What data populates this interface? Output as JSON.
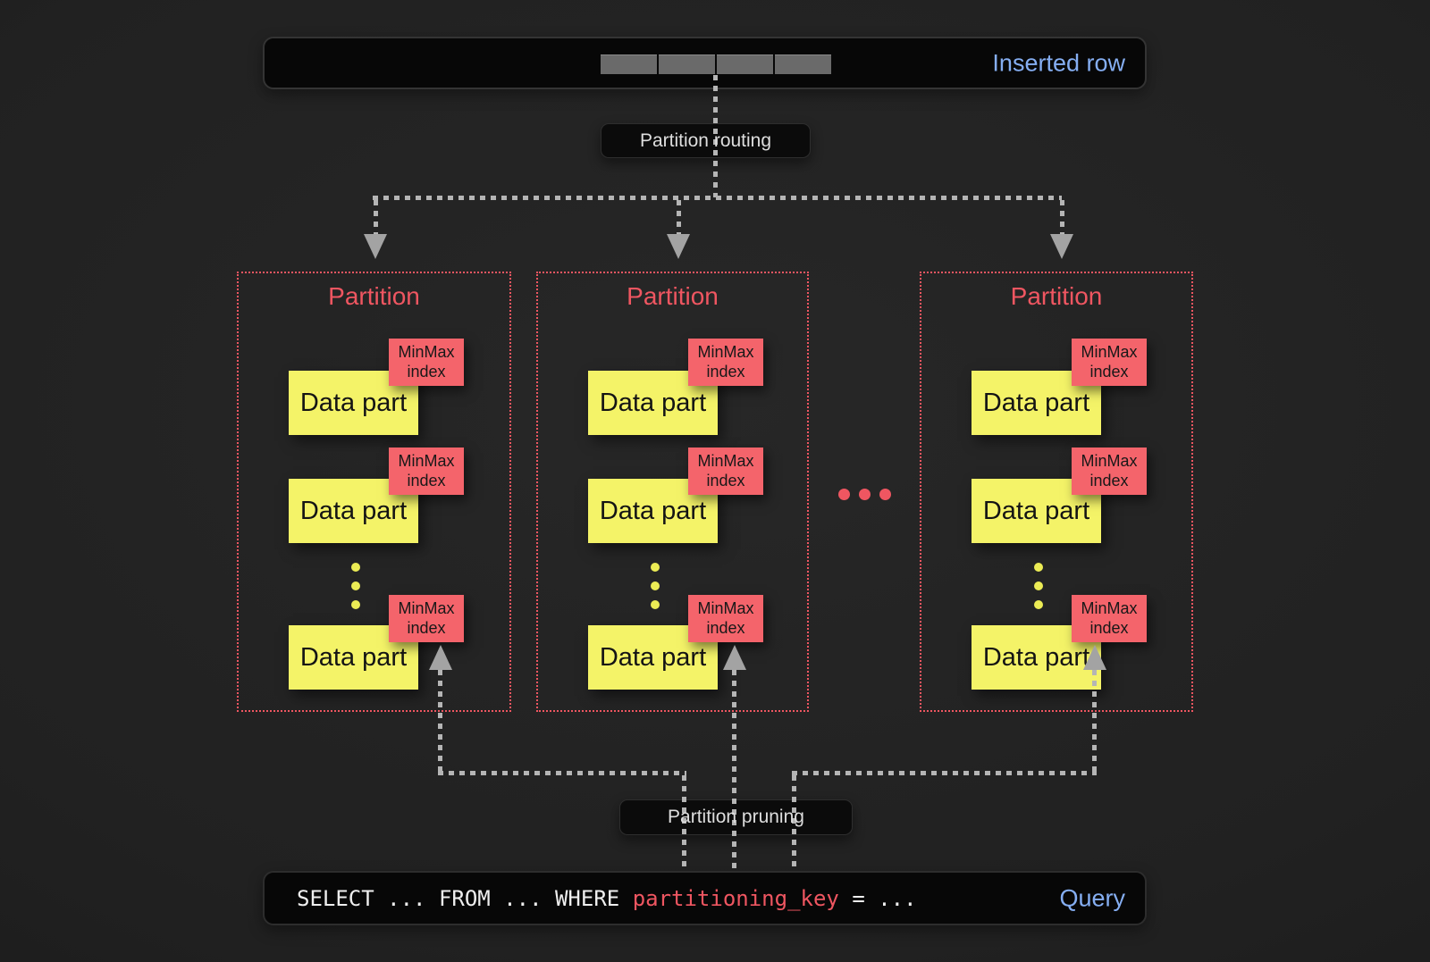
{
  "colors": {
    "background": "#212121",
    "panel": "#070707",
    "accent_blue": "#85aef2",
    "accent_red": "#ef5661",
    "yellow": "#f4f368",
    "minmax_red": "#f4646b",
    "arrow_gray": "#b5b5b5",
    "label_text": "#dedede"
  },
  "inserted_row": {
    "label": "Inserted row",
    "cell_count": 4
  },
  "partition_routing": {
    "label": "Partition routing"
  },
  "partitions": [
    {
      "title": "Partition",
      "parts": [
        {
          "label": "Data part",
          "index_line1": "MinMax",
          "index_line2": "index"
        },
        {
          "label": "Data part",
          "index_line1": "MinMax",
          "index_line2": "index"
        },
        {
          "label": "Data part",
          "index_line1": "MinMax",
          "index_line2": "index"
        }
      ]
    },
    {
      "title": "Partition",
      "parts": [
        {
          "label": "Data part",
          "index_line1": "MinMax",
          "index_line2": "index"
        },
        {
          "label": "Data part",
          "index_line1": "MinMax",
          "index_line2": "index"
        },
        {
          "label": "Data part",
          "index_line1": "MinMax",
          "index_line2": "index"
        }
      ]
    },
    {
      "title": "Partition",
      "parts": [
        {
          "label": "Data part",
          "index_line1": "MinMax",
          "index_line2": "index"
        },
        {
          "label": "Data part",
          "index_line1": "MinMax",
          "index_line2": "index"
        },
        {
          "label": "Data part",
          "index_line1": "MinMax",
          "index_line2": "index"
        }
      ]
    }
  ],
  "ellipsis_dots": 3,
  "partition_pruning": {
    "label": "Partition pruning"
  },
  "query": {
    "pre": "SELECT ... FROM ... WHERE ",
    "key": "partitioning_key",
    "post": " = ...",
    "label": "Query"
  }
}
